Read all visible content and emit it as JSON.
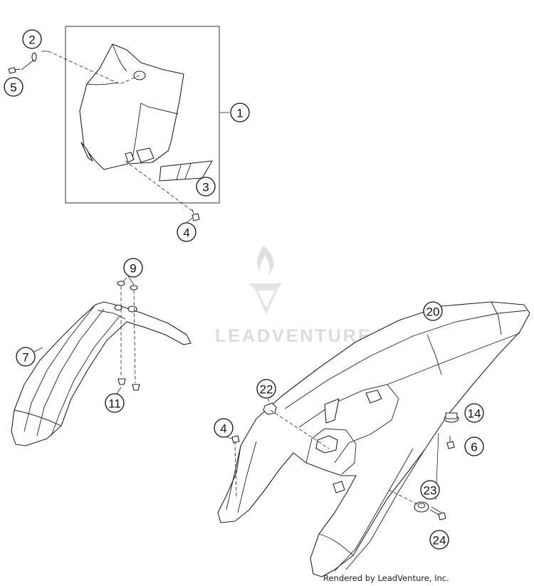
{
  "callouts": [
    {
      "id": "c1",
      "label": "1"
    },
    {
      "id": "c2",
      "label": "2"
    },
    {
      "id": "c3",
      "label": "3"
    },
    {
      "id": "c4a",
      "label": "4"
    },
    {
      "id": "c5",
      "label": "5"
    },
    {
      "id": "c9",
      "label": "9"
    },
    {
      "id": "c7",
      "label": "7"
    },
    {
      "id": "c11",
      "label": "11"
    },
    {
      "id": "c20",
      "label": "20"
    },
    {
      "id": "c22",
      "label": "22"
    },
    {
      "id": "c4b",
      "label": "4"
    },
    {
      "id": "c14",
      "label": "14"
    },
    {
      "id": "c6",
      "label": "6"
    },
    {
      "id": "c23",
      "label": "23"
    },
    {
      "id": "c24",
      "label": "24"
    }
  ],
  "watermark": {
    "text": "LEADVENTURE"
  },
  "footer": {
    "credit": "Rendered by LeadVenture, Inc."
  }
}
